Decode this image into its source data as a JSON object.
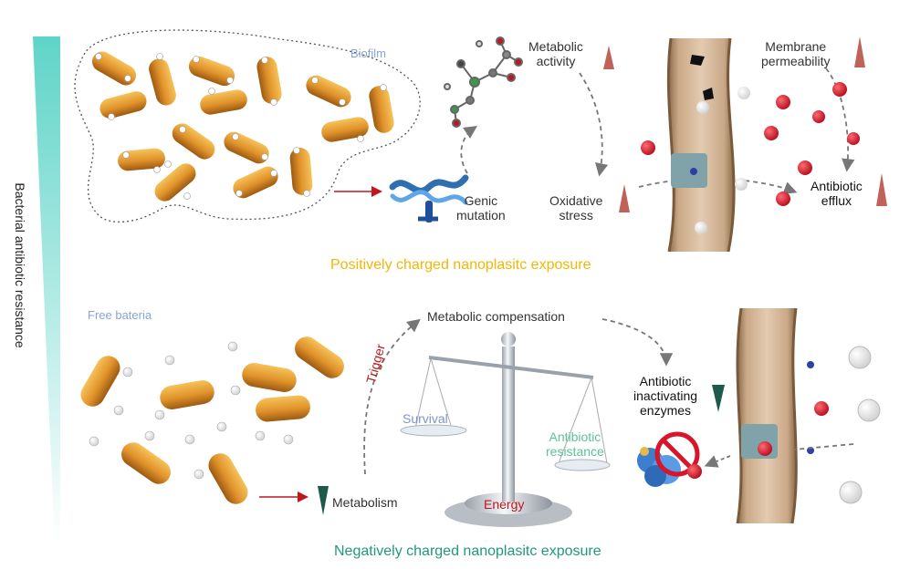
{
  "side_axis_label": "Bacterial antibiotic resistance",
  "top_panel": {
    "biofilm_label": "Biofilm",
    "genic_mutation": [
      "Genic",
      "mutation"
    ],
    "metabolic_activity": [
      "Metabolic",
      "activity"
    ],
    "membrane_permeability": [
      "Membrane",
      "permeability"
    ],
    "oxidative_stress": [
      "Oxidative",
      "stress"
    ],
    "antibiotic_efflux": [
      "Antibiotic",
      "efflux"
    ],
    "caption": "Positively charged nanoplasitc exposure"
  },
  "bottom_panel": {
    "free_bacteria_label": "Free bateria",
    "metabolic_compensation": "Metabolic compensation",
    "trigger": "Trigger",
    "survival": "Survival",
    "antibiotic_resistance": [
      "Antibiotic",
      "resistance"
    ],
    "energy": "Energy",
    "metabolism": "Metabolism",
    "inactivating_enzymes": [
      "Antibiotic",
      "inactivating",
      "enzymes"
    ],
    "caption": "Negatively charged nanoplasitc exposure"
  },
  "colors": {
    "caption_positive": "#f2b705",
    "caption_negative": "#1f9a7a",
    "label_blue": "#8aa4d6",
    "trigger_red": "#b71c1c",
    "survival_blue": "#7f95c9",
    "resistance_green": "#5cc29a",
    "up_arrow": "#c0615a",
    "down_arrow": "#1e5a4b",
    "bacteria": "#e0922a",
    "antibiotic": "#d9152a"
  },
  "icons": [
    "bacteria-icon",
    "dna-icon",
    "molecule-icon",
    "membrane-icon",
    "efflux-pump-icon",
    "balance-scale-icon",
    "enzyme-icon",
    "prohibited-icon"
  ]
}
